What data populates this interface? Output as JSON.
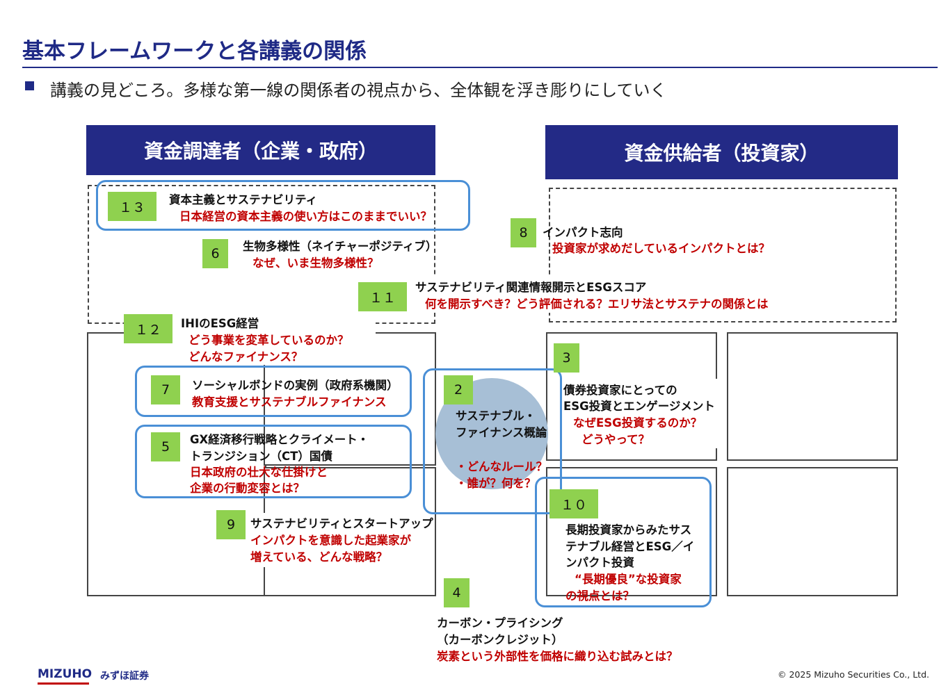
{
  "title": "基本フレームワークと各講義の関係",
  "subtitle": "講義の見どころ。多様な第一線の関係者の視点から、全体観を浮き彫りにしていく",
  "headers": {
    "left": "資金調達者（企業・政府）",
    "right": "資金供給者（投資家）"
  },
  "items": {
    "n13": {
      "num": "１３",
      "title": "資本主義とサステナビリティ",
      "q1": "日本経営の資本主義の使い方はこのままでいい？"
    },
    "n6": {
      "num": "6",
      "title": "生物多様性（ネイチャーポジティブ）",
      "q1": "なぜ、いま生物多様性？"
    },
    "n8": {
      "num": "8",
      "title": "インパクト志向",
      "q1": "投資家が求めだしているインパクトとは？"
    },
    "n11": {
      "num": "１１",
      "title": "サステナビリティ関連情報開示とESGスコア",
      "q1": "何を開示すべき？どう評価される？エリサ法とサステナの関係とは"
    },
    "n12": {
      "num": "１２",
      "title": "IHIのESG経営",
      "q1": "どう事業を変革しているのか？",
      "q2": "どんなファイナンス？"
    },
    "n7": {
      "num": "7",
      "title": "ソーシャルボンドの実例（政府系機関）",
      "q1": "教育支援とサステナブルファイナンス"
    },
    "n5": {
      "num": "5",
      "title1": "GX経済移行戦略とクライメート・",
      "title2": "トランジション（CT）国債",
      "q1": "日本政府の壮大な仕掛けと",
      "q2": "企業の行動変容とは？"
    },
    "n9": {
      "num": "9",
      "title": "サステナビリティとスタートアップ",
      "q1": "インパクトを意識した起業家が",
      "q2": "増えている、どんな戦略？"
    },
    "n2": {
      "num": "2",
      "title1": "サステナブル・",
      "title2": "ファイナンス概論",
      "q1": "・どんなルール？",
      "q2": "・誰が？何を？"
    },
    "n3": {
      "num": "3",
      "title1": "債券投資家にとっての",
      "title2": "ESG投資とエンゲージメント",
      "q1": "なぜESG投資するのか？",
      "q2": "どうやって？"
    },
    "n10": {
      "num": "１０",
      "title1": "長期投資家からみたサス",
      "title2": "テナブル経営とESG／イ",
      "title3": "ンパクト投資",
      "q1": "“長期優良”な投資家",
      "q2": "の視点とは？"
    },
    "n4": {
      "num": "4",
      "title1": "カーボン・プライシング",
      "title2": "（カーボンクレジット）",
      "q1": "炭素という外部性を価格に織り込む試みとは？"
    }
  },
  "footer": {
    "logo": "MIZUHO",
    "logo_ja": "みずほ証券",
    "copyright": "© 2025 Mizuho Securities Co., Ltd."
  },
  "colors": {
    "navy": "#232a86",
    "green": "#8fd14f",
    "blue_outline": "#4a8fd6",
    "red_text": "#c00000",
    "circle_fill": "#a7bfd6"
  }
}
